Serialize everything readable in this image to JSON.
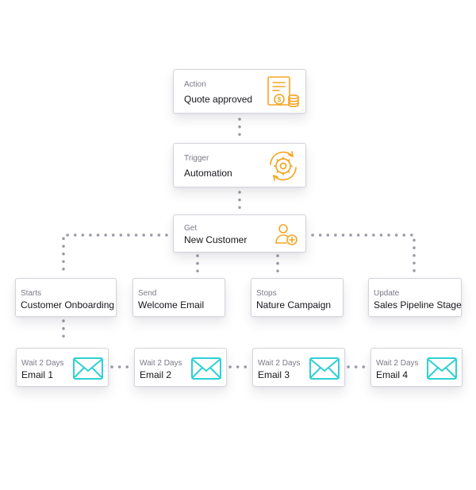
{
  "nodes": {
    "action": {
      "label": "Action",
      "title": "Quote approved"
    },
    "trigger": {
      "label": "Trigger",
      "title": "Automation"
    },
    "get": {
      "label": "Get",
      "title": "New Customer"
    },
    "starts": {
      "label": "Starts",
      "title": "Customer Onboarding"
    },
    "send": {
      "label": "Send",
      "title": "Welcome Email"
    },
    "stops": {
      "label": "Stops",
      "title": "Nature Campaign"
    },
    "update": {
      "label": "Update",
      "title": "Sales Pipeline Stage"
    },
    "email_1": {
      "label": "Wait 2 Days",
      "title": "Email 1"
    },
    "email_2": {
      "label": "Wait 2 Days",
      "title": "Email 2"
    },
    "email_3": {
      "label": "Wait 2 Days",
      "title": "Email 3"
    },
    "email_4": {
      "label": "Wait 2 Days",
      "title": "Email 4"
    }
  },
  "icons": {
    "action": "invoice-coins-icon",
    "trigger": "gear-cycle-icon",
    "get": "add-user-icon",
    "email": "envelope-icon"
  },
  "colors": {
    "accent_orange": "#f5a623",
    "accent_teal": "#2fd0d4",
    "connector": "#9a9aa6"
  }
}
